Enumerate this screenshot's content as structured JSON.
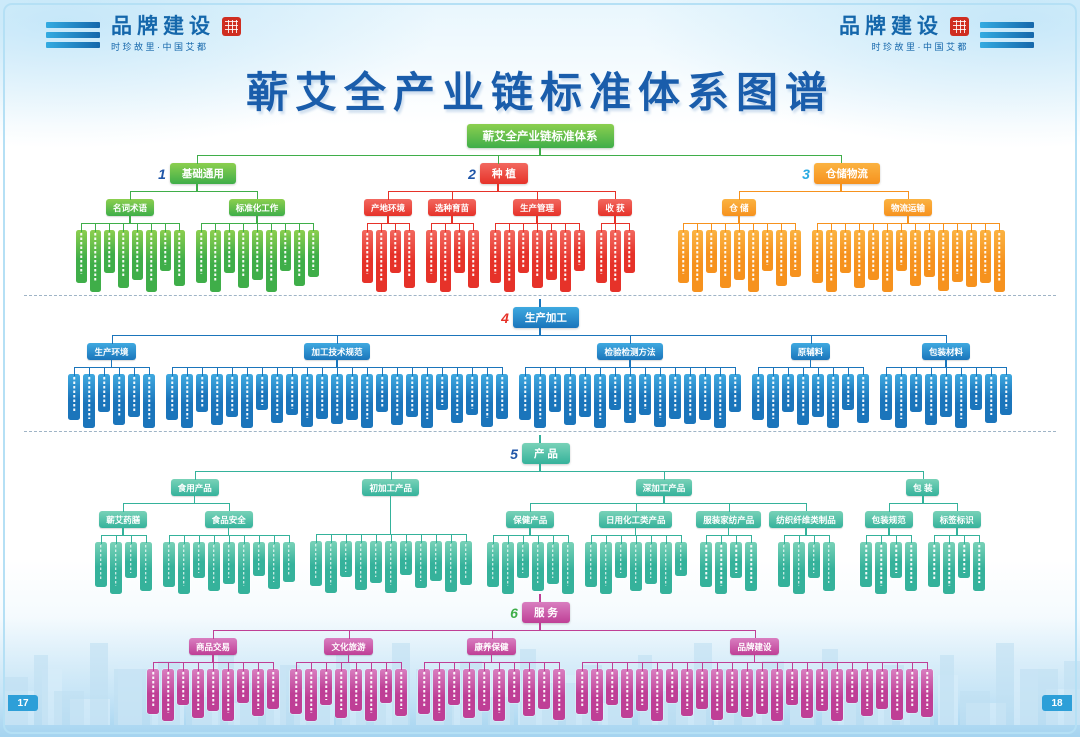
{
  "page": {
    "title": "蕲艾全产业链标准体系图谱",
    "page_left": "17",
    "page_right": "18"
  },
  "badge": {
    "title": "品牌建设",
    "subtitle": "时珍故里·中国艾都"
  },
  "root_label": "蕲艾全产业链标准体系",
  "colors": {
    "title_blue": "#1a5dab",
    "badge_blue": "#1567ab",
    "seal_red": "#cf2e21",
    "divider_gray": "#9fb4c6",
    "page_tab_blue": "#2d9fd8"
  },
  "sections": [
    {
      "num": "1",
      "num_color": "#2056a8",
      "label": "基础通用",
      "color": "#3fae49",
      "light": "#8ccf4f",
      "children": [
        {
          "label": "名词术语",
          "leaves": 8
        },
        {
          "label": "标准化工作",
          "leaves": 9
        }
      ]
    },
    {
      "num": "2",
      "num_color": "#2056a8",
      "label": "种 植",
      "color": "#e63229",
      "light": "#f2685f",
      "children": [
        {
          "label": "产地环境",
          "leaves": 4
        },
        {
          "label": "选种育苗",
          "leaves": 4
        },
        {
          "label": "生产管理",
          "leaves": 7
        },
        {
          "label": "收 获",
          "leaves": 3
        }
      ]
    },
    {
      "num": "3",
      "num_color": "#29abe2",
      "label": "仓储物流",
      "color": "#f6921e",
      "light": "#fbb342",
      "children": [
        {
          "label": "仓 储",
          "leaves": 9
        },
        {
          "label": "物流运输",
          "leaves": 14
        }
      ]
    },
    {
      "num": "4",
      "num_color": "#e63229",
      "label": "生产加工",
      "color": "#1b75bb",
      "light": "#3fa9e0",
      "children": [
        {
          "label": "生产环境",
          "leaves": 6
        },
        {
          "label": "加工技术规范",
          "leaves": 23
        },
        {
          "label": "检验检测方法",
          "leaves": 15
        },
        {
          "label": "原辅料",
          "leaves": 8
        },
        {
          "label": "包装材料",
          "leaves": 9
        }
      ]
    },
    {
      "num": "5",
      "num_color": "#2056a8",
      "label": "产 品",
      "color": "#35b29b",
      "light": "#79d2b8",
      "children": [
        {
          "label": "食用产品",
          "children": [
            {
              "label": "蕲艾药膳",
              "leaves": 4
            },
            {
              "label": "食品安全",
              "leaves": 9
            }
          ]
        },
        {
          "label": "初加工产品",
          "leaves": 11,
          "tall": true
        },
        {
          "label": "深加工产品",
          "children": [
            {
              "label": "保健产品",
              "leaves": 6
            },
            {
              "label": "日用化工类产品",
              "leaves": 7
            },
            {
              "label": "服装家纺产品",
              "leaves": 4
            },
            {
              "label": "纺织纤维类制品",
              "leaves": 4
            }
          ]
        },
        {
          "label": "包 装",
          "children": [
            {
              "label": "包装规范",
              "leaves": 4
            },
            {
              "label": "标签标识",
              "leaves": 4
            }
          ]
        }
      ]
    },
    {
      "num": "6",
      "num_color": "#3fae49",
      "label": "服 务",
      "color": "#bf3f96",
      "light": "#d97ec0",
      "children": [
        {
          "label": "商品交易",
          "leaves": 9
        },
        {
          "label": "文化旅游",
          "leaves": 8
        },
        {
          "label": "康养保健",
          "leaves": 10
        },
        {
          "label": "品牌建设",
          "leaves": 24
        }
      ]
    }
  ]
}
